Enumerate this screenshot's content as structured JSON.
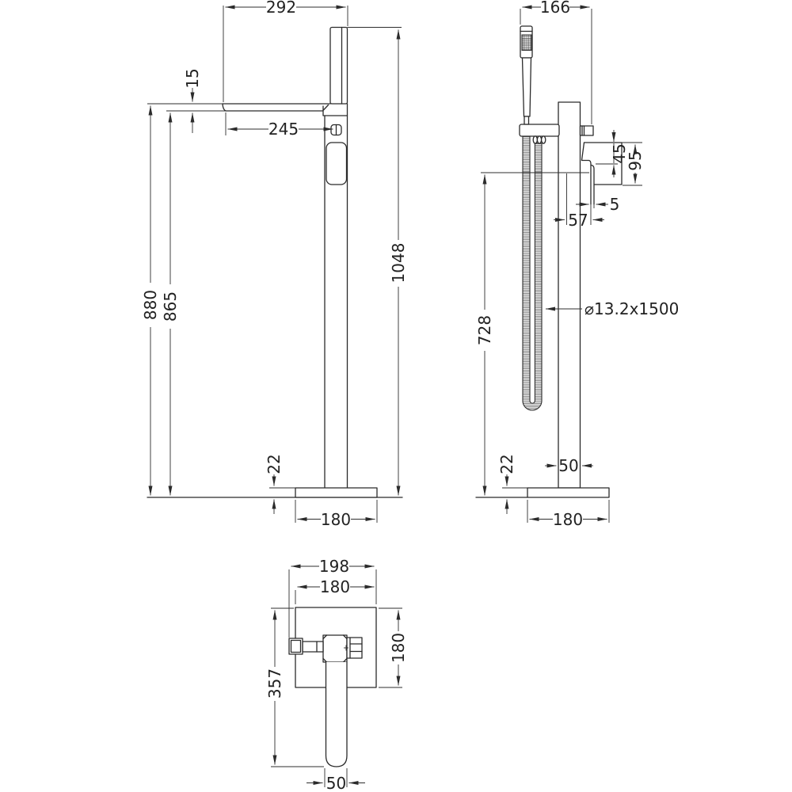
{
  "front": {
    "spout_reach": "292",
    "spout_thickness": "15",
    "spout_projection": "245",
    "overall_height": "1048",
    "spout_height": "880",
    "clearance_height": "865",
    "base_thickness": "22",
    "base_width": "180"
  },
  "side": {
    "overall_depth": "166",
    "handle_drop": "45",
    "spout_drop": "95",
    "lip_offset": "5",
    "outlet_offset": "57",
    "hose_size": "⌀13.2x1500",
    "outlet_height": "728",
    "column_width": "50",
    "base_thickness": "22",
    "base_depth": "180"
  },
  "plan": {
    "overall_width": "198",
    "plate_width": "180",
    "overall_depth": "357",
    "plate_depth": "180",
    "lever_width": "50"
  }
}
